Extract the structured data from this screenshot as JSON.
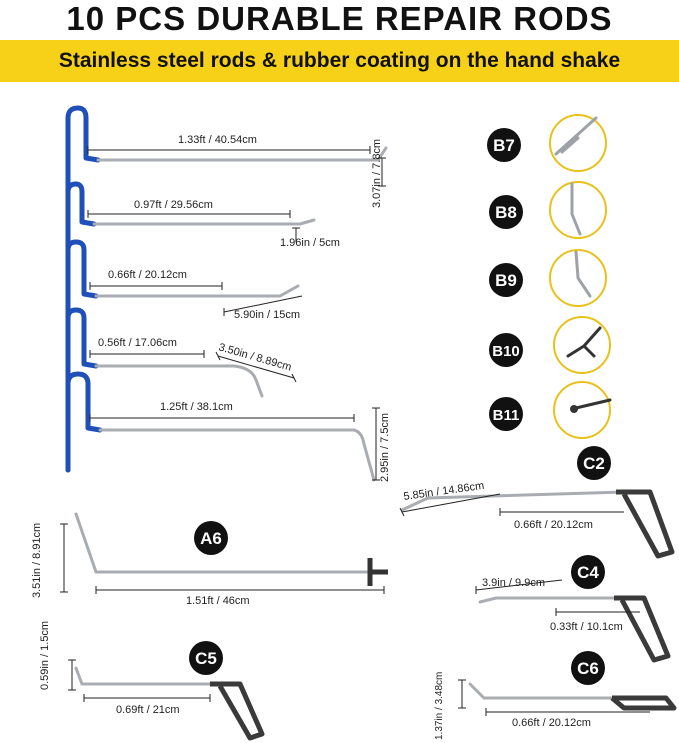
{
  "title": "10 PCS DURABLE REPAIR RODS",
  "banner": "Stainless steel rods & rubber coating on the hand shake",
  "colors": {
    "banner": "#f7d117",
    "handle_blue": "#1f4fb8",
    "steel": "#b9bcc0",
    "badge": "#111111",
    "circle_ring": "#e8c21a"
  },
  "rods": [
    {
      "length": "1.33ft / 40.54cm",
      "tip": "3.07in / 7.8cm"
    },
    {
      "length": "0.97ft / 29.56cm",
      "tip": "1.96in / 5cm"
    },
    {
      "length": "0.66ft / 20.12cm",
      "tip": "5.90in / 15cm"
    },
    {
      "length": "0.56ft / 17.06cm",
      "tip": "3.50in / 8.89cm"
    },
    {
      "length": "1.25ft / 38.1cm",
      "tip": "2.95in / 7.5cm"
    }
  ],
  "tips": [
    {
      "label": "B7",
      "icon": "hook-tip-icon"
    },
    {
      "label": "B8",
      "icon": "hook-tip-icon"
    },
    {
      "label": "B9",
      "icon": "hook-tip-icon"
    },
    {
      "label": "B10",
      "icon": "bent-tip-icon"
    },
    {
      "label": "B11",
      "icon": "ball-tip-icon"
    }
  ],
  "tools": {
    "a6": {
      "label": "A6",
      "height": "3.51in / 8.91cm",
      "length": "1.51ft / 46cm"
    },
    "c2": {
      "label": "C2",
      "tip": "5.85in / 14.86cm",
      "length": "0.66ft / 20.12cm"
    },
    "c4": {
      "label": "C4",
      "tip": "3.9in / 9.9cm",
      "length": "0.33ft / 10.1cm"
    },
    "c5": {
      "label": "C5",
      "tip": "0.59in / 1.5cm",
      "length": "0.69ft / 21cm"
    },
    "c6": {
      "label": "C6",
      "tip": "1.37in / 3.48cm",
      "length": "0.66ft / 20.12cm"
    }
  }
}
